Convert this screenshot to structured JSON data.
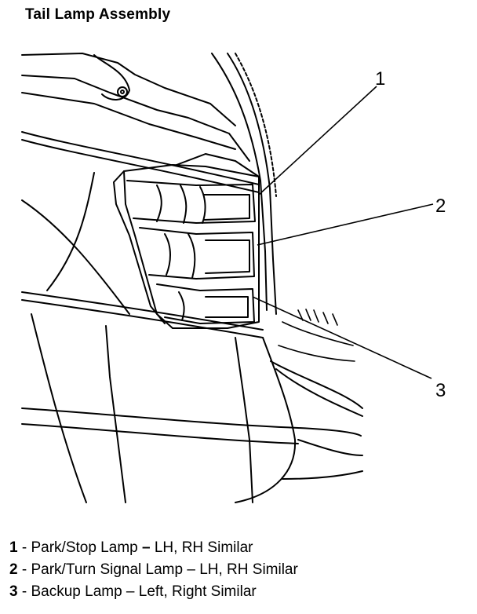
{
  "title": "Tail Lamp Assembly",
  "callouts": [
    "1",
    "2",
    "3"
  ],
  "legend": [
    {
      "num": "1",
      "sep": " - ",
      "text": "Park/Stop Lamp ",
      "dash": "–",
      "rest": " LH, RH Similar"
    },
    {
      "num": "2",
      "sep": " - ",
      "text": "Park/Turn Signal Lamp – LH, RH Similar",
      "dash": "",
      "rest": ""
    },
    {
      "num": "3",
      "sep": " - ",
      "text": "Backup Lamp – Left, Right Similar",
      "dash": "",
      "rest": ""
    }
  ]
}
